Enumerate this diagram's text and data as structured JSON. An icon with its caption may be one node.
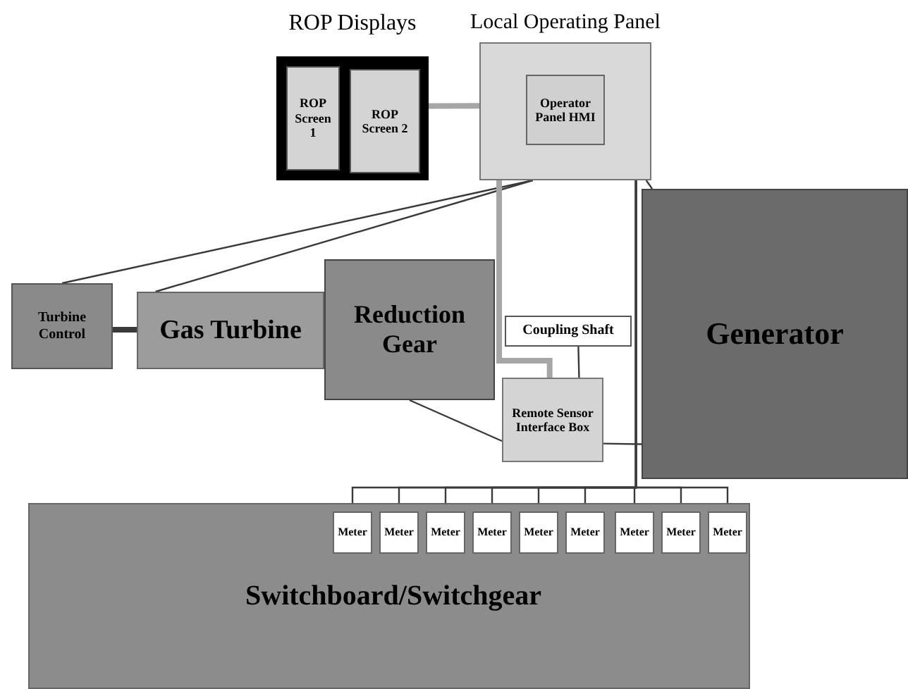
{
  "diagram": {
    "nodes": [
      {
        "text": [
          "ROP Displays"
        ]
      },
      {
        "text": [
          "ROP Screen 1"
        ],
        "in": 0
      },
      {
        "text": [
          "ROP Screen 2"
        ],
        "in": 0
      },
      {
        "text": [
          "Local Operating Panel"
        ]
      },
      {
        "text": [
          "Operator Panel HMI"
        ],
        "in": 3
      },
      {
        "text": [
          "Turbine Control"
        ]
      },
      {
        "text": [
          "Gas Turbine"
        ]
      },
      {
        "text": [
          "Reduction Gear"
        ]
      },
      {
        "text": [
          "Coupling Shaft"
        ]
      },
      {
        "text": [
          "Generator"
        ]
      },
      {
        "text": [
          "Remote Sensor Interface Box"
        ]
      },
      {
        "text": [
          "Switchboard/Switchgear"
        ]
      },
      {
        "text": [
          "Meter"
        ],
        "in": 11
      },
      {
        "text": [
          "Meter"
        ],
        "in": 11
      },
      {
        "text": [
          "Meter"
        ],
        "in": 11
      },
      {
        "text": [
          "Meter"
        ],
        "in": 11
      },
      {
        "text": [
          "Meter"
        ],
        "in": 11
      },
      {
        "text": [
          "Meter"
        ],
        "in": 11
      },
      {
        "text": [
          "Meter"
        ],
        "in": 11
      },
      {
        "text": [
          "Meter"
        ],
        "in": 11
      },
      {
        "text": [
          "Meter"
        ],
        "in": 11
      }
    ],
    "edges": [
      {
        "from": 0,
        "to": 3,
        "arrow": "none",
        "style": "thick",
        "color": "#a6a6a6"
      },
      {
        "from": 3,
        "to": 5,
        "arrow": "none"
      },
      {
        "from": 3,
        "to": 6,
        "arrow": "none"
      },
      {
        "from": 3,
        "to": 9,
        "arrow": "none"
      },
      {
        "from": 3,
        "to": 10,
        "arrow": "none",
        "style": "thick",
        "color": "#a6a6a6"
      },
      {
        "from": 5,
        "to": 6,
        "arrow": "none",
        "style": "thick"
      },
      {
        "from": 7,
        "to": 10,
        "arrow": "none"
      },
      {
        "from": 10,
        "to": 9,
        "arrow": "none"
      },
      {
        "from": 10,
        "to": 8,
        "arrow": "none"
      },
      {
        "from": 3,
        "to": 12,
        "arrow": "none"
      },
      {
        "from": 3,
        "to": 13,
        "arrow": "none"
      },
      {
        "from": 3,
        "to": 14,
        "arrow": "none"
      },
      {
        "from": 3,
        "to": 15,
        "arrow": "none"
      },
      {
        "from": 3,
        "to": 16,
        "arrow": "none"
      },
      {
        "from": 3,
        "to": 17,
        "arrow": "none"
      },
      {
        "from": 3,
        "to": 18,
        "arrow": "none"
      },
      {
        "from": 3,
        "to": 19,
        "arrow": "none"
      },
      {
        "from": 3,
        "to": 20,
        "arrow": "none"
      }
    ]
  }
}
